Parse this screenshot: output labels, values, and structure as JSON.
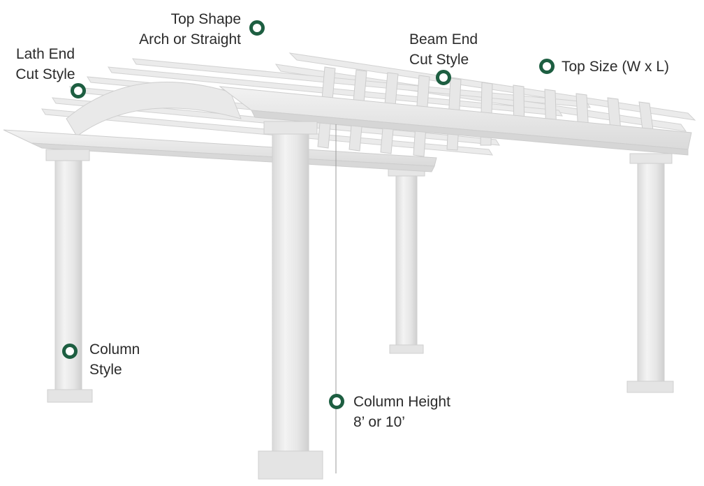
{
  "marker_color": "#1d5e41",
  "structure_color": "#e9e9e9",
  "annotations": {
    "top_shape": {
      "line1": "Top Shape",
      "line2": "Arch or Straight"
    },
    "lath_end": {
      "line1": "Lath End",
      "line2": "Cut Style"
    },
    "beam_end": {
      "line1": "Beam End",
      "line2": "Cut Style"
    },
    "top_size": {
      "line1": "Top Size (W x L)"
    },
    "column_style": {
      "line1": "Column",
      "line2": "Style"
    },
    "column_height": {
      "line1": "Column Height",
      "line2": "8’ or 10’"
    }
  }
}
